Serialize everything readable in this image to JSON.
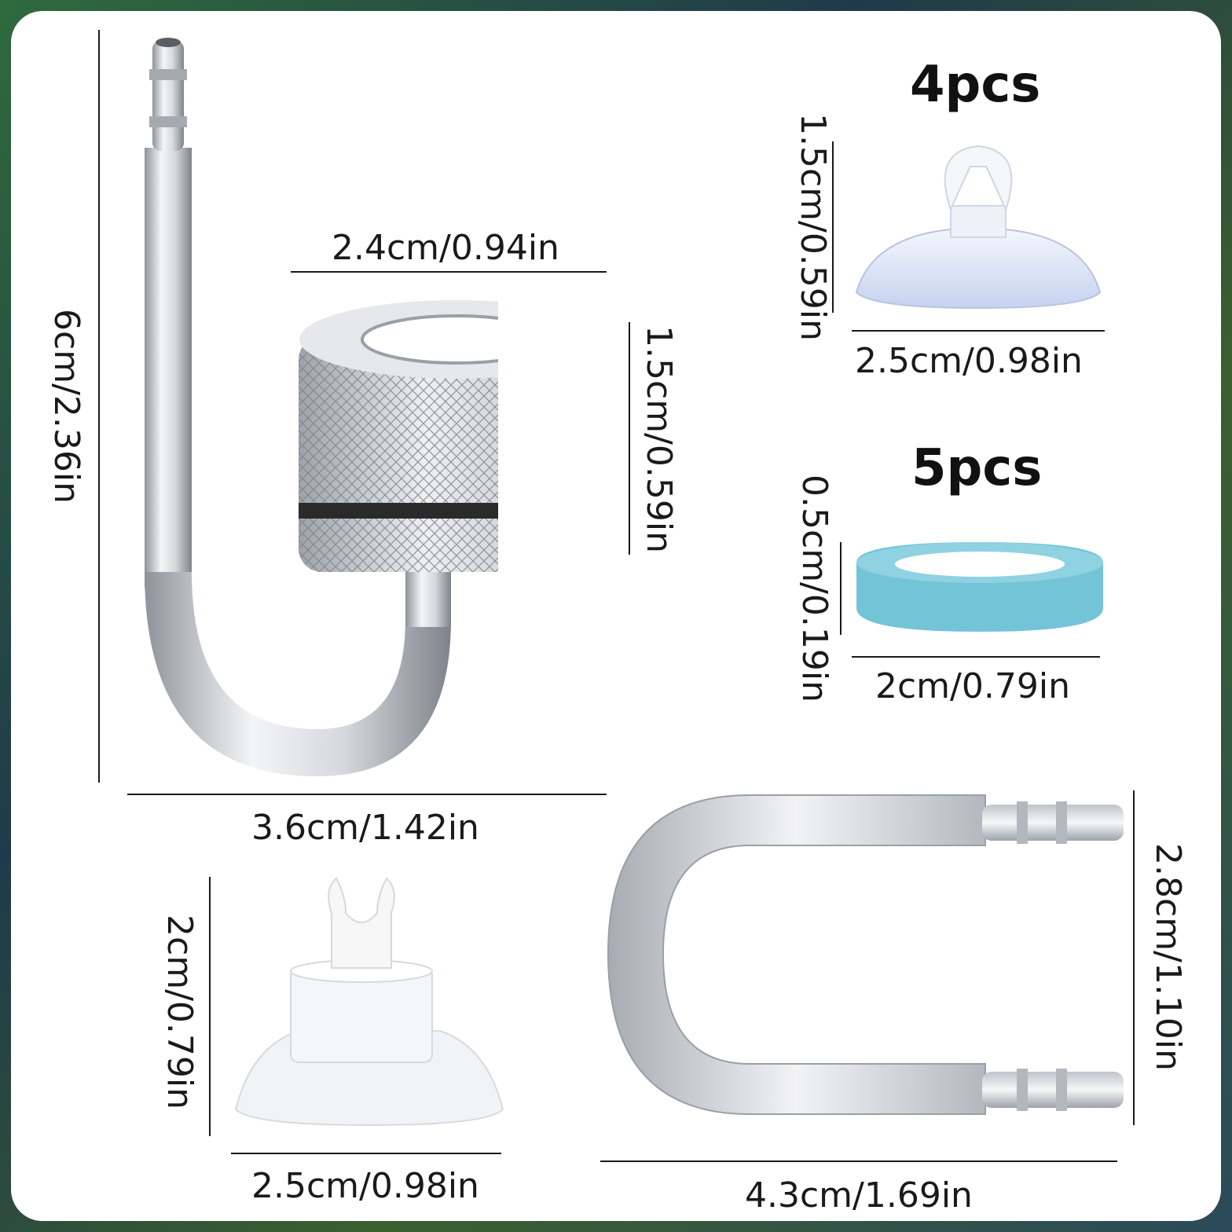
{
  "quantities": {
    "suction_cup_top": "4pcs",
    "seal_ring": "5pcs"
  },
  "dimensions": {
    "tube_height": "6cm/2.36in",
    "tube_width": "3.6cm/1.42in",
    "cap_width": "2.4cm/0.94in",
    "cap_height": "1.5cm/0.59in",
    "cup_top_height": "1.5cm/0.59in",
    "cup_top_width": "2.5cm/0.98in",
    "ring_height": "0.5cm/0.19in",
    "ring_width": "2cm/0.79in",
    "cup_bottom_height": "2cm/0.79in",
    "cup_bottom_width": "2.5cm/0.98in",
    "u_tube_height": "2.8cm/1.10in",
    "u_tube_width": "4.3cm/1.69in"
  },
  "colors": {
    "background": "#ffffff",
    "line": "#1a1a1a",
    "metal": "#c9cdd3",
    "ring": "#7ec8d8",
    "cup": "#d8e2f4"
  }
}
